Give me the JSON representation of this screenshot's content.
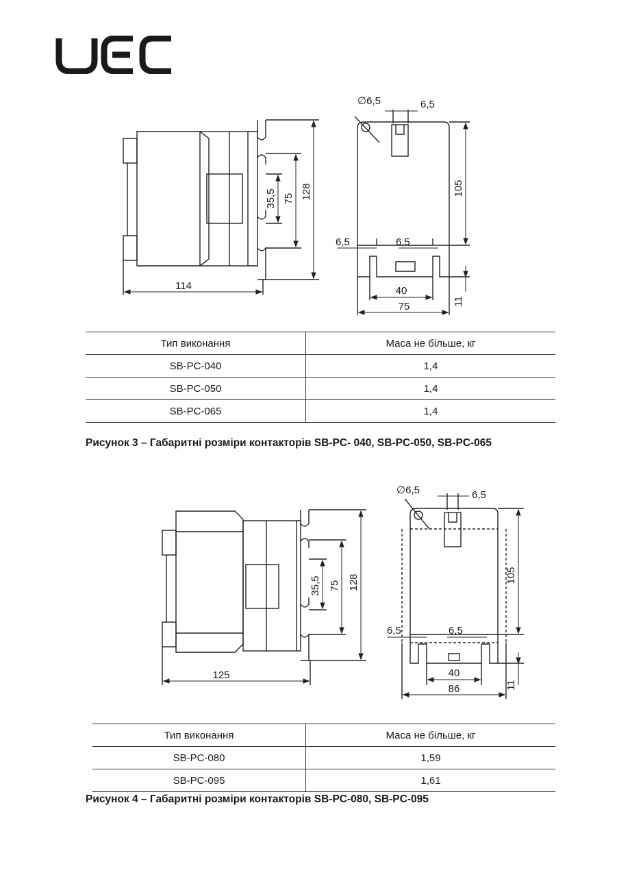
{
  "brand": {
    "logo_text": "UEC"
  },
  "figure3": {
    "dims": {
      "side_width": "114",
      "dim_35": "35,5",
      "dim_75": "75",
      "dim_128": "128",
      "hole": "∅6,5",
      "top_slot": "6,5",
      "height_105": "105",
      "left_65": "6,5",
      "mid_65": "6,5",
      "width_40": "40",
      "width_total": "75",
      "dim_11": "11"
    },
    "table": {
      "header": [
        "Тип виконання",
        "Маса не більше, кг"
      ],
      "rows": [
        [
          "SB-PC-040",
          "1,4"
        ],
        [
          "SB-PC-050",
          "1,4"
        ],
        [
          "SB-PC-065",
          "1,4"
        ]
      ]
    },
    "caption": "Рисунок 3 – Габаритні розміри контакторів SB-PC- 040, SB-PC-050, SB-PC-065"
  },
  "figure4": {
    "dims": {
      "side_width": "125",
      "dim_35": "35,5",
      "dim_75": "75",
      "dim_128": "128",
      "hole": "∅6,5",
      "top_slot": "6,5",
      "height_105": "105",
      "left_65": "6,5",
      "mid_65": "6,5",
      "width_40": "40",
      "width_total": "86",
      "dim_11": "11"
    },
    "table": {
      "header": [
        "Тип виконання",
        "Маса не більше, кг"
      ],
      "rows": [
        [
          "SB-PC-080",
          "1,59"
        ],
        [
          "SB-PC-095",
          "1,61"
        ]
      ]
    },
    "caption": "Рисунок 4 – Габаритні розміри контакторів SB-PC-080, SB-PC-095"
  }
}
